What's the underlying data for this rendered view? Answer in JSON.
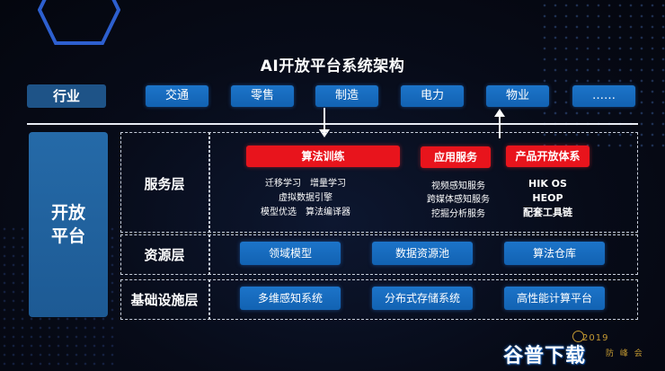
{
  "title": "AI开放平台系统架构",
  "industry": {
    "label": "行业",
    "items": [
      "交通",
      "零售",
      "制造",
      "电力",
      "物业",
      "……"
    ]
  },
  "platform_label": "开放\n平台",
  "platform_label_lines": [
    "开放",
    "平台"
  ],
  "layers": {
    "service": {
      "label": "服务层",
      "algo_training": {
        "header": "算法训练",
        "lines": [
          "迁移学习　增量学习",
          "虚拟数据引擎",
          "模型优选　算法编译器"
        ]
      },
      "app_service": {
        "header": "应用服务",
        "lines": [
          "视频感知服务",
          "跨媒体感知服务",
          "挖掘分析服务"
        ]
      },
      "product_open": {
        "header": "产品开放体系",
        "lines": [
          "HIK OS",
          "HEOP",
          "配套工具链"
        ]
      }
    },
    "resource": {
      "label": "资源层",
      "items": [
        "领域模型",
        "数据资源池",
        "算法仓库"
      ]
    },
    "infrastructure": {
      "label": "基础设施层",
      "items": [
        "多维感知系统",
        "分布式存储系统",
        "高性能计算平台"
      ]
    }
  },
  "watermark": {
    "year": "2019",
    "logo": "谷普下载",
    "sub": "防 峰 会"
  },
  "colors": {
    "background": "#070b18",
    "accent_blue": "#1c74c9",
    "accent_red": "#e8141c",
    "platform_blue": "#256aa8",
    "label_blue": "#1e5387"
  }
}
